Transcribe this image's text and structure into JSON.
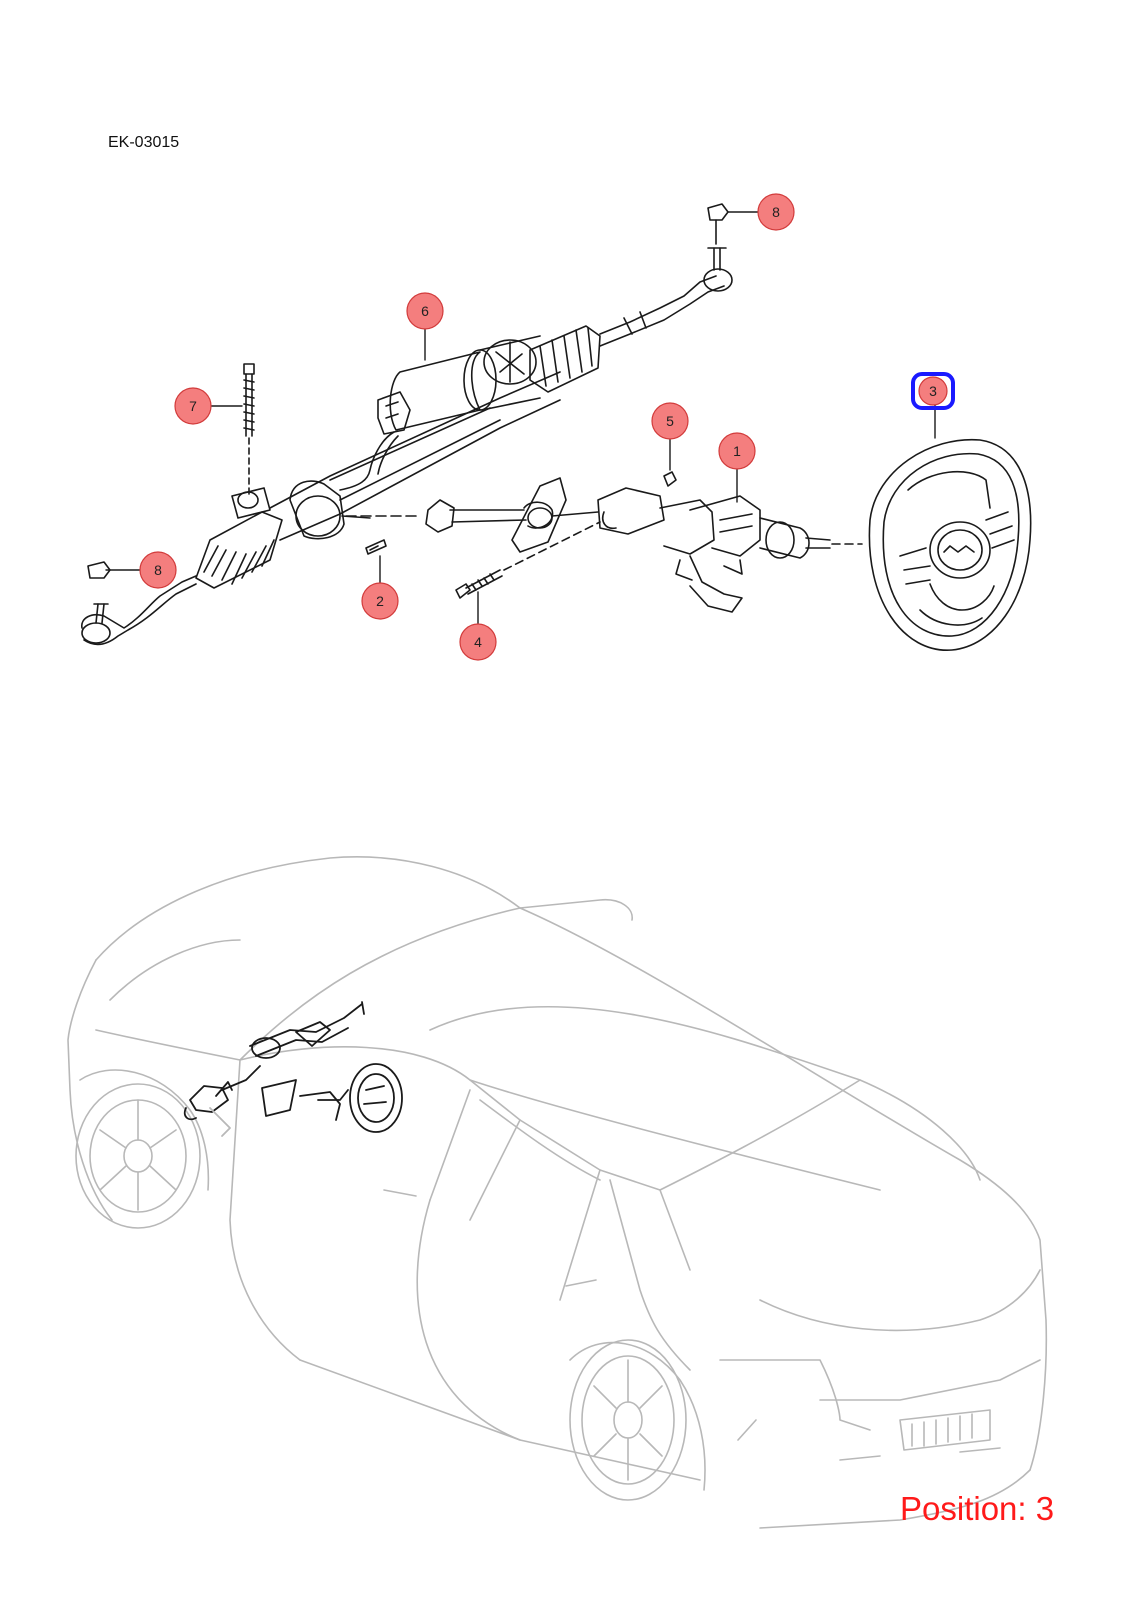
{
  "diagram": {
    "code": "EK-03015",
    "position_label": "Position: 3",
    "selected_callout": "3"
  },
  "callouts": [
    {
      "id": "c1",
      "label": "1"
    },
    {
      "id": "c2",
      "label": "2"
    },
    {
      "id": "c3",
      "label": "3"
    },
    {
      "id": "c4",
      "label": "4"
    },
    {
      "id": "c5",
      "label": "5"
    },
    {
      "id": "c6",
      "label": "6"
    },
    {
      "id": "c7",
      "label": "7"
    },
    {
      "id": "c8a",
      "label": "8"
    },
    {
      "id": "c8b",
      "label": "8"
    }
  ],
  "colors": {
    "callout_fill": "#f47e7e",
    "callout_stroke": "#d23b3b",
    "selected_stroke": "#1a1aff",
    "part_stroke": "#1a1a1a",
    "car_stroke": "#b8b8b8",
    "position_text": "#ff1a1a"
  }
}
